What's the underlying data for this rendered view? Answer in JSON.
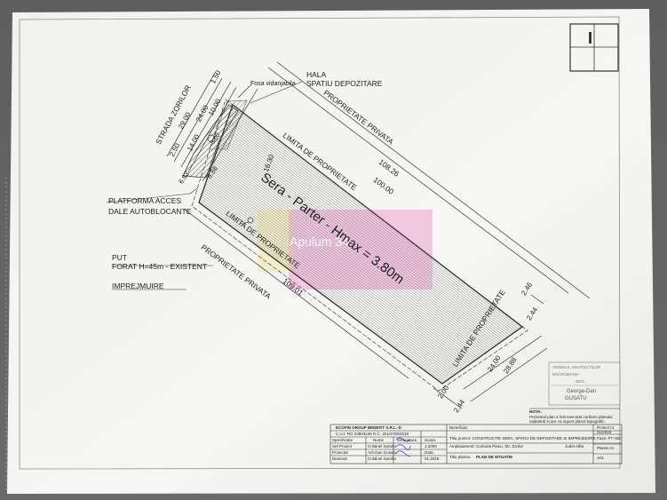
{
  "sheet": {
    "number": "I"
  },
  "watermark": "Apulum 34",
  "plan": {
    "street": "STRADA ZORILOR",
    "septic": "Fosa vidanjabila",
    "hall": "HALA",
    "storage": "SPATIU DEPOZITARE",
    "private_property": "PROPRIETATE PRIVATA",
    "private_property_b": "PROPRIETATE PRIVATA",
    "property_limit": "LIMITA DE PROPRIETATE",
    "property_limit_b": "LIMITA DE PROPRIETATE",
    "property_limit_r": "LIMITA DE PROPRIETATE",
    "greenhouse": "Sera - Parter - Hmax = 3.80m",
    "platform_1": "PLATFORMA ACCES",
    "platform_2": "DALE AUTOBLOCANTE",
    "well_1": "PUT",
    "well_2": "FORAT H=45m - EXISTENT",
    "fence": "IMPREJMUIRE",
    "dims": {
      "d2_50": "2.50",
      "d29_00": "29.00",
      "d14_00": "14.00",
      "d24_00_top": "24.00",
      "d10_00": "10.00",
      "d1_50": "1.50",
      "d3_00": "3.00",
      "d8_88": "8.88",
      "d6_93": "6.93",
      "d16_30": "16.30",
      "d108_26": "108.26",
      "d100_00": "100.00",
      "d109_01": "109.01",
      "d2_46": "2.46",
      "d2_44_r": "2.44",
      "d24_00_b": "24.00",
      "d28_88": "28.88",
      "d2_00": "2.00",
      "d2_44_b": "2.44"
    }
  },
  "stamp": {
    "line1": "ORDINUL ARHITECTILOR",
    "line2": "DIN ROMANIA",
    "line3": "5672",
    "line4": "George-Dan",
    "line5": "GUSATU"
  },
  "note": {
    "title": "NOTA:",
    "line1": "Prezentul plan a fost executat conform planului",
    "line2": "cadastral si are ca suport planul topografic."
  },
  "titleblock": {
    "company": "ECOFIN GROUP BENEFIT S.R.L.-D",
    "company_reg": "C.U.I. RO 23803246   R.C. J01/4709/2018",
    "beneficiary": "Beneficiar:",
    "project_no": "Proiect nr.",
    "project_date": "01/2018",
    "spec_label": "Specificatie",
    "name_label": "Nume",
    "sign_label": "Semnatura",
    "scale_label": "Scara:",
    "project_title": "Titlu proiect:  CONSTRUCTIE SERA, SPATIU DE DEPOZITARE SI IMPREJMUIRE",
    "phase": "Faza: PT+DE",
    "chief_label": "Sef Proiect",
    "chief_name": "Cristinel Sandru",
    "scale_value": "1:2000",
    "location": "Amplasament: Comuna Pianu, Str. Zorilor",
    "county": "Judet Alba",
    "sheet_label": "Planse nr.",
    "designed_label": "Proiectat",
    "designed_name": "Arh.Dan Gusatu",
    "date_label": "Data:",
    "drawn_label": "Desenat",
    "drawn_name": "Cristinel Sandru",
    "date_value": "01.2018",
    "plan_title_label": "Titlu plansa:",
    "plan_title": "PLAN DE SITUATIE",
    "sheet_no": "A01"
  }
}
